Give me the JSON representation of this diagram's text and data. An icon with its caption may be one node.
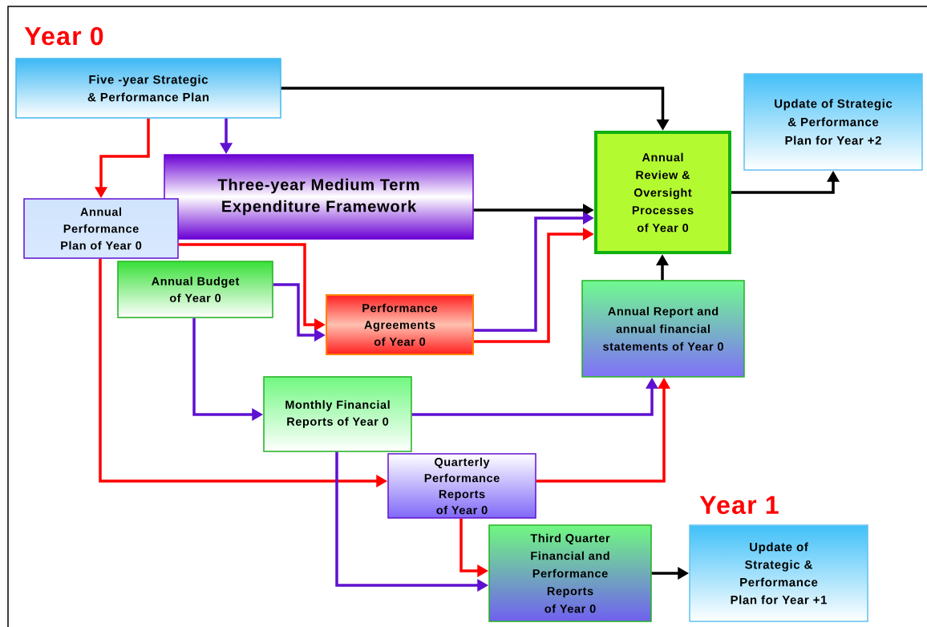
{
  "diagram": {
    "nodes": [
      {
        "text": [
          "Five -year Strategic & Performance Plan"
        ]
      },
      {
        "text": [
          "Three-year Medium Term Expenditure Framework"
        ]
      },
      {
        "text": [
          "Annual Performance Plan of Year 0"
        ]
      },
      {
        "text": [
          "Annual Budget of Year 0"
        ]
      },
      {
        "text": [
          "Performance Agreements of Year 0"
        ]
      },
      {
        "text": [
          "Annual Review & Oversight Processes of Year 0"
        ]
      },
      {
        "text": [
          "Update of Strategic & Performance Plan for Year +2"
        ]
      },
      {
        "text": [
          "Annual Report and annual financial statements of Year 0"
        ]
      },
      {
        "text": [
          "Monthly Financial Reports of Year 0"
        ]
      },
      {
        "text": [
          "Quarterly Performance Reports of Year 0"
        ]
      },
      {
        "text": [
          "Third Quarter Financial and Performance Reports of Year 0"
        ]
      },
      {
        "text": [
          "Update of Strategic & Performance Plan for Year +1"
        ]
      }
    ],
    "edges": [
      {
        "from": 0,
        "to": 5,
        "arrow": "to",
        "color": "#000000"
      },
      {
        "from": 0,
        "to": 1,
        "arrow": "to",
        "color": "#6010d0"
      },
      {
        "from": 0,
        "to": 2,
        "arrow": "to",
        "color": "#ff0000"
      },
      {
        "from": 1,
        "to": 5,
        "arrow": "to",
        "color": "#000000"
      },
      {
        "from": 2,
        "to": 4,
        "arrow": "to",
        "color": "#ff0000"
      },
      {
        "from": 3,
        "to": 4,
        "arrow": "to",
        "color": "#6010d0"
      },
      {
        "from": 4,
        "to": 5,
        "arrow": "to",
        "color": "#6010d0"
      },
      {
        "from": 4,
        "to": 5,
        "arrow": "to",
        "color": "#ff0000"
      },
      {
        "from": 5,
        "to": 6,
        "arrow": "to",
        "color": "#000000"
      },
      {
        "from": 2,
        "to": 9,
        "arrow": "to",
        "color": "#ff0000"
      },
      {
        "from": 3,
        "to": 8,
        "arrow": "to",
        "color": "#6010d0"
      },
      {
        "from": 8,
        "to": 7,
        "arrow": "to",
        "color": "#6010d0"
      },
      {
        "from": 9,
        "to": 7,
        "arrow": "to",
        "color": "#ff0000"
      },
      {
        "from": 7,
        "to": 5,
        "arrow": "to",
        "color": "#000000"
      },
      {
        "from": 8,
        "to": 10,
        "arrow": "to",
        "color": "#6010d0"
      },
      {
        "from": 9,
        "to": 10,
        "arrow": "to",
        "color": "#ff0000"
      },
      {
        "from": 10,
        "to": 11,
        "arrow": "to",
        "color": "#000000"
      }
    ],
    "labels": [
      "Year 0",
      "Year 1"
    ]
  }
}
